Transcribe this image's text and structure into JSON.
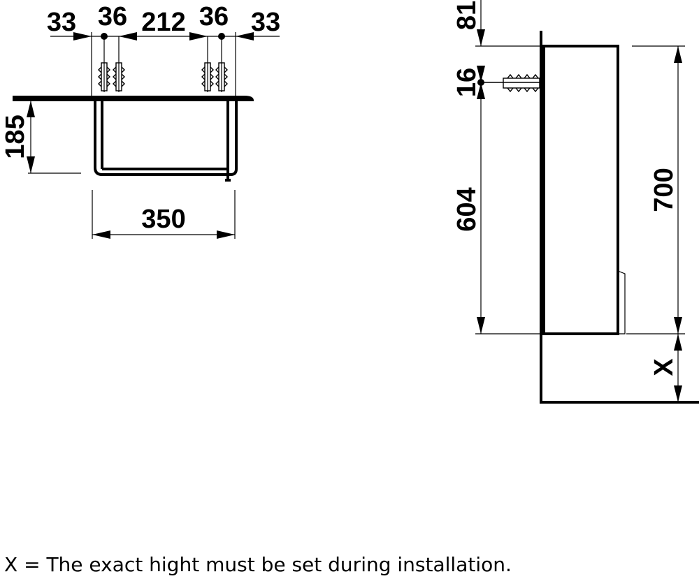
{
  "top_view": {
    "dims_top": [
      "33",
      "36",
      "212",
      "36",
      "33"
    ],
    "depth": "185",
    "width": "350"
  },
  "side_view": {
    "top_offset": "81",
    "mount_offset": "16",
    "mount_height": "604",
    "height": "700",
    "gap": "X"
  },
  "note": "X = The exact hight must be set during installation."
}
